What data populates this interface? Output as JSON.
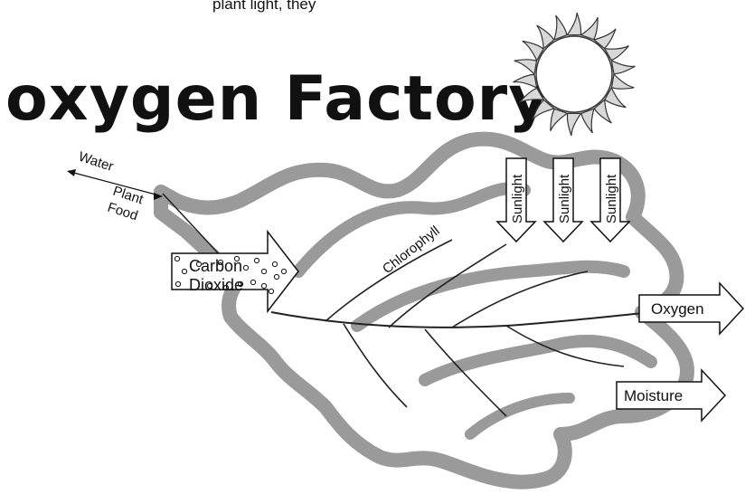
{
  "title": "oxygen Factory",
  "top_text_fragment": "plant light, they",
  "labels": {
    "water": "Water",
    "plant_food_1": "Plant",
    "plant_food_2": "Food",
    "carbon_dioxide_1": "Carbon",
    "carbon_dioxide_2": "Dioxide",
    "chlorophyll": "Chlorophyll",
    "sunlight": [
      "Sunlight",
      "Sunlight",
      "Sunlight"
    ],
    "oxygen": "Oxygen",
    "moisture": "Moisture"
  },
  "colors": {
    "leaf_gray": "#9a9a9a",
    "ink": "#111111",
    "paper": "#ffffff"
  },
  "icons": {
    "sun": "sun-icon",
    "leaf": "leaf-illustration"
  }
}
